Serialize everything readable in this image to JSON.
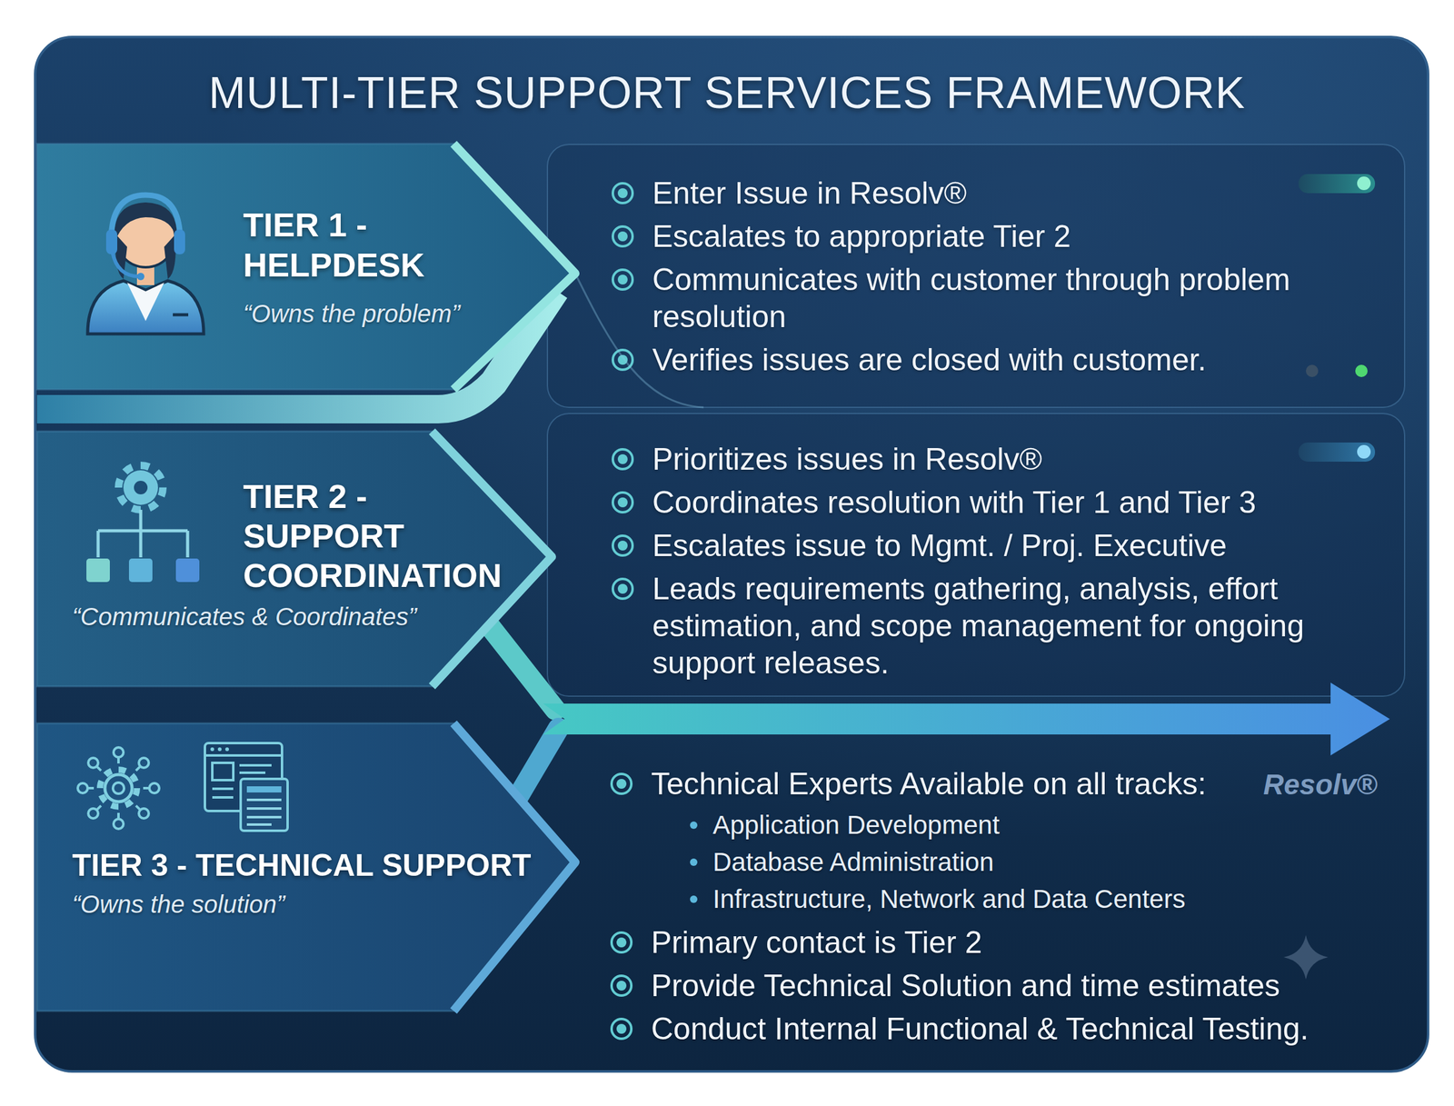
{
  "diagram": {
    "title": "MULTI-TIER SUPPORT SERVICES FRAMEWORK",
    "nodes": [
      {
        "text": [
          "TIER 1 - HELPDESK",
          "“Owns the problem”"
        ]
      },
      {
        "text": [
          "Enter Issue in Resolv®",
          "Escalates to appropriate Tier 2",
          "Communicates with customer through problem resolution",
          "Verifies issues are closed with customer."
        ]
      },
      {
        "text": [
          "TIER 2 - SUPPORT COORDINATION",
          "“Communicates & Coordinates”"
        ]
      },
      {
        "text": [
          "Prioritizes issues in Resolv®",
          "Coordinates resolution with Tier 1 and Tier 3",
          "Escalates issue to Mgmt. / Proj. Executive",
          "Leads requirements gathering, analysis, effort estimation, and scope management for ongoing support releases."
        ]
      },
      {
        "text": [
          "TIER 3 - TECHNICAL SUPPORT",
          "“Owns the solution”"
        ]
      },
      {
        "text": [
          "Technical Experts Available on all tracks:",
          "Application Development",
          "Database Administration",
          "Infrastructure, Network and Data Centers",
          "Primary contact is Tier 2",
          "Provide Technical Solution and time estimates",
          "Conduct Internal Functional & Technical Testing."
        ]
      }
    ],
    "labels": [
      "Resolv®"
    ]
  }
}
